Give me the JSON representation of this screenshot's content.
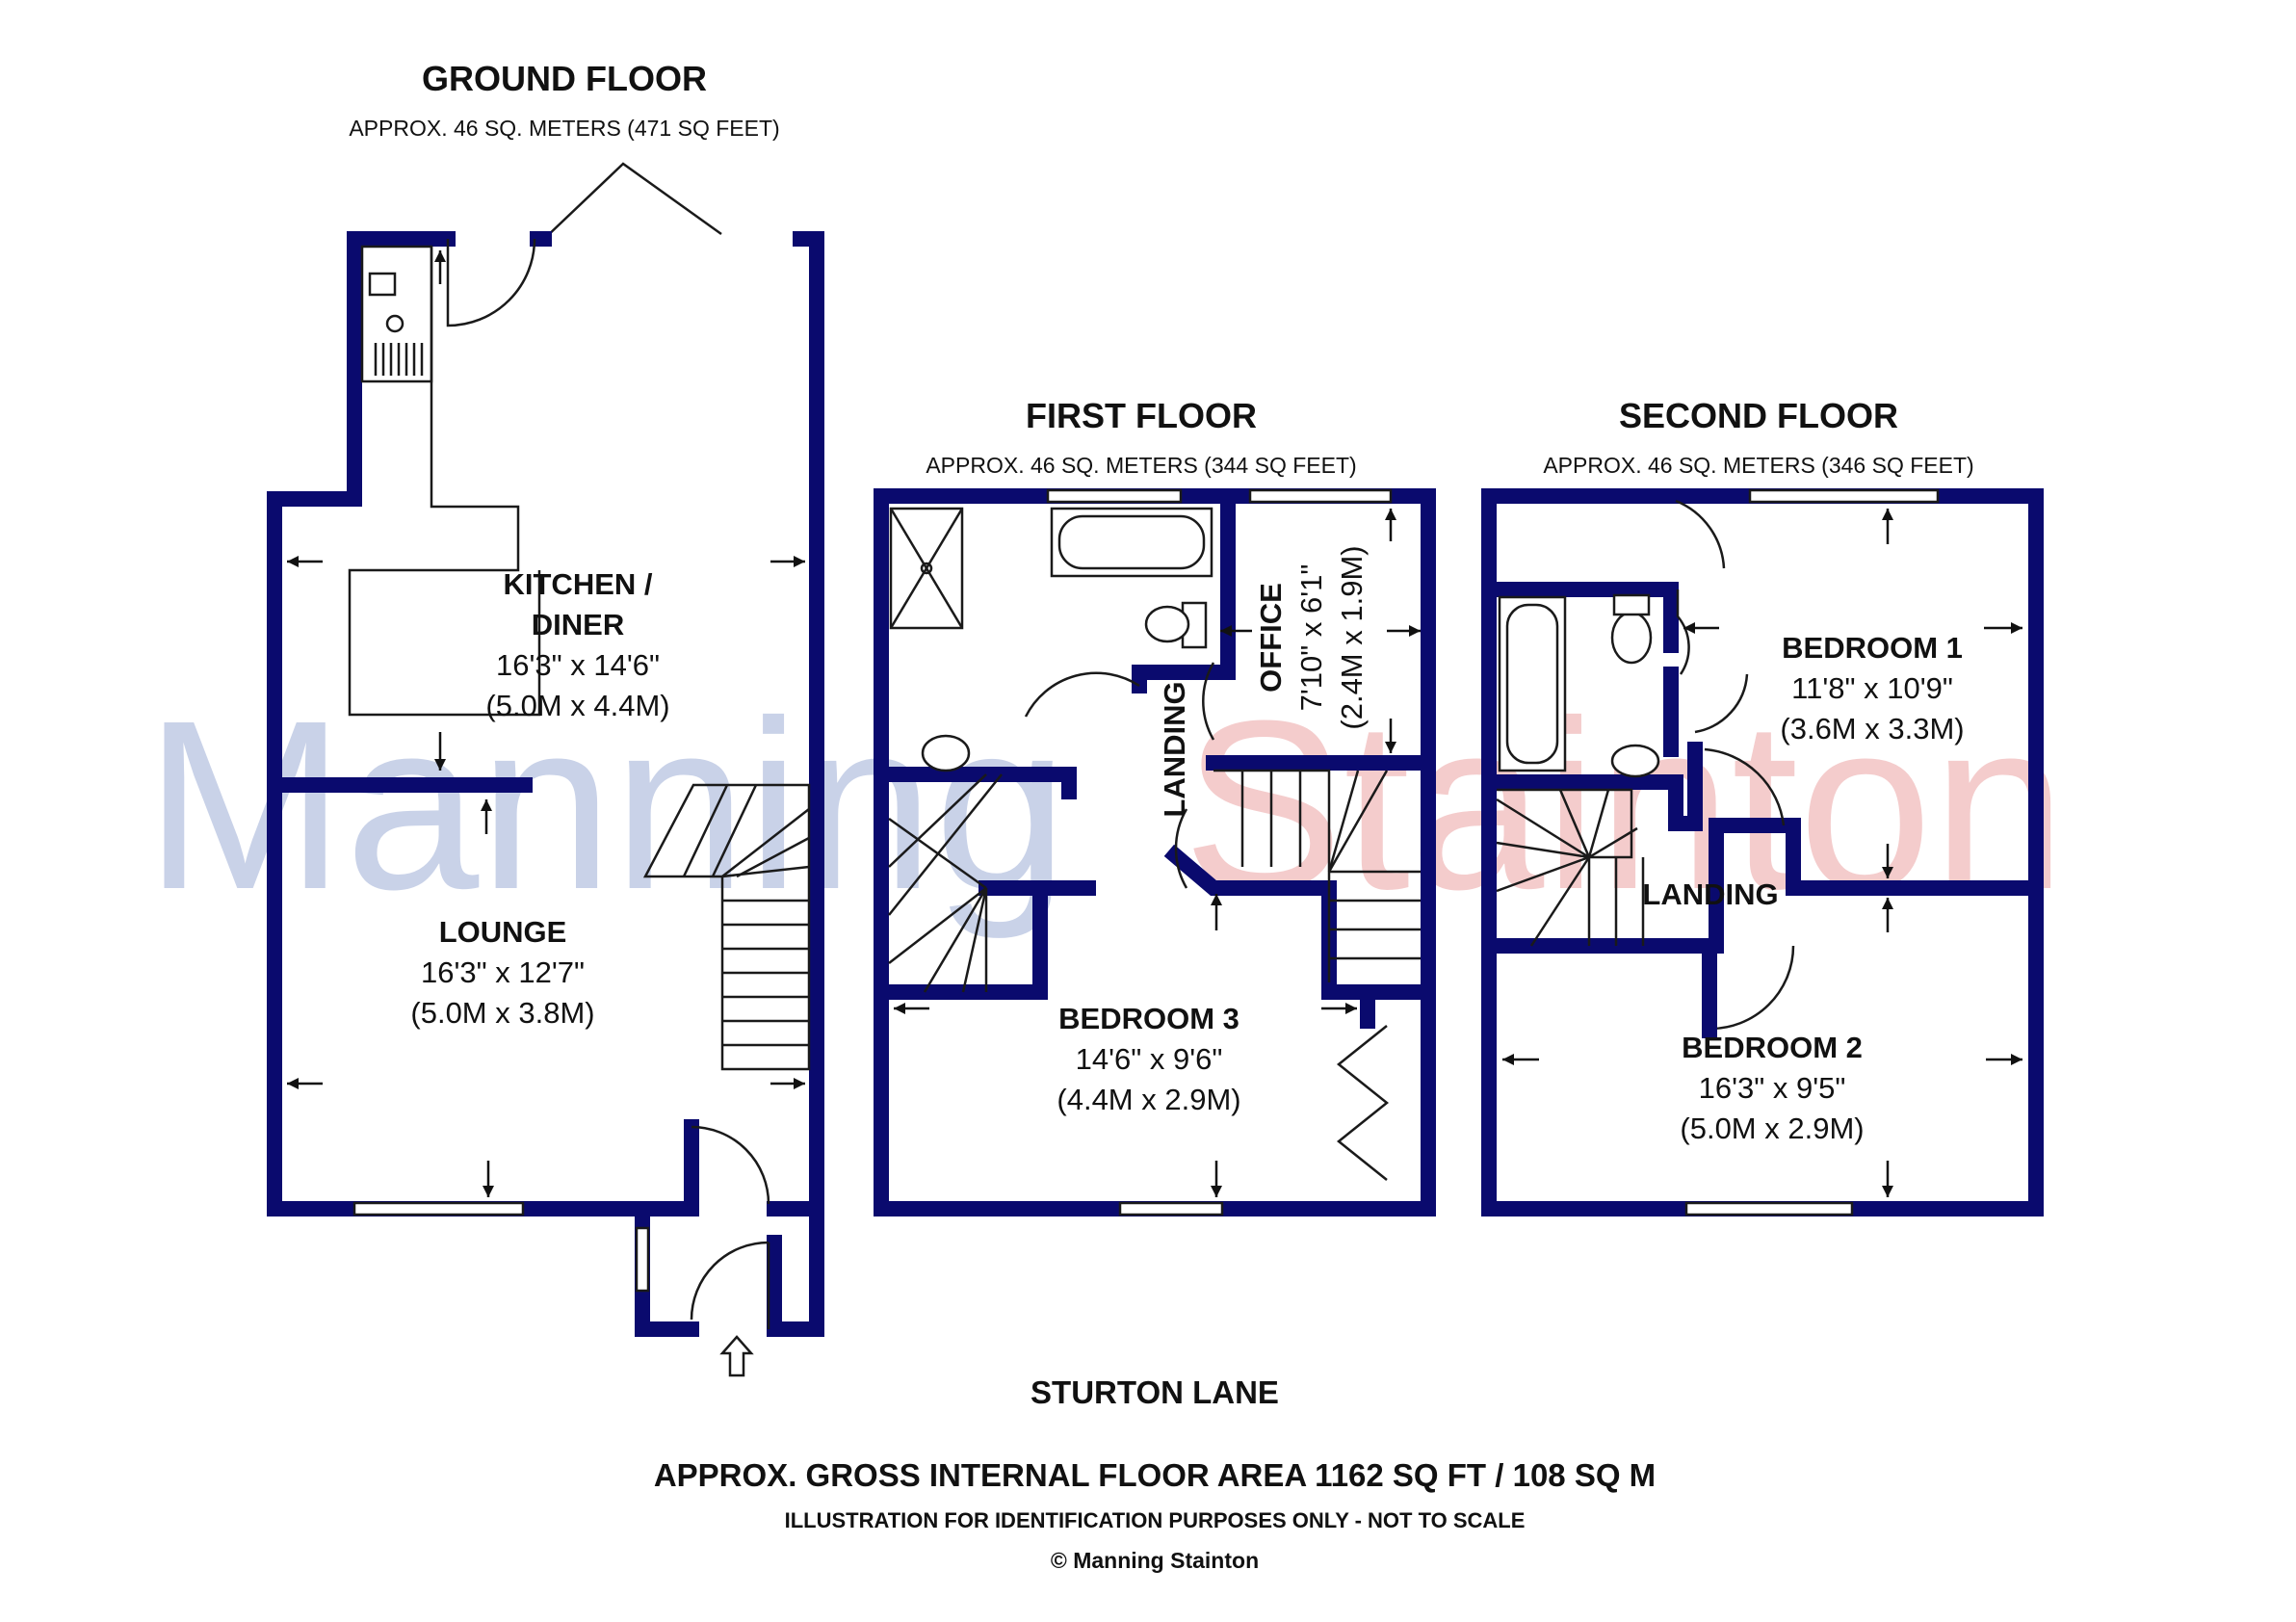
{
  "watermark": {
    "part1": "Manning",
    "part2": "Stainton",
    "color1": "#c9d2e8",
    "color2": "#f4cccc"
  },
  "floors": {
    "ground": {
      "title": "GROUND FLOOR",
      "area": "APPROX. 46 SQ. METERS (471 SQ FEET)"
    },
    "first": {
      "title": "FIRST FLOOR",
      "area": "APPROX. 46 SQ. METERS (344 SQ FEET)"
    },
    "second": {
      "title": "SECOND FLOOR",
      "area": "APPROX. 46 SQ. METERS (346 SQ FEET)"
    }
  },
  "rooms": {
    "kitchen": {
      "name_line1": "KITCHEN /",
      "name_line2": "DINER",
      "imperial": "16'3\" x 14'6\"",
      "metric": "(5.0M x 4.4M)"
    },
    "lounge": {
      "name": "LOUNGE",
      "imperial": "16'3\" x 12'7\"",
      "metric": "(5.0M x 3.8M)"
    },
    "bedroom3": {
      "name": "BEDROOM 3",
      "imperial": "14'6\" x 9'6\"",
      "metric": "(4.4M x 2.9M)"
    },
    "office": {
      "name": "OFFICE",
      "imperial": "7'10\" x 6'1\"",
      "metric": "(2.4M x 1.9M)"
    },
    "landing1": {
      "name": "LANDING"
    },
    "bedroom1": {
      "name": "BEDROOM 1",
      "imperial": "11'8\" x 10'9\"",
      "metric": "(3.6M x 3.3M)"
    },
    "landing2": {
      "name": "LANDING"
    },
    "bedroom2": {
      "name": "BEDROOM 2",
      "imperial": "16'3\" x 9'5\"",
      "metric": "(5.0M x 2.9M)"
    }
  },
  "footer": {
    "street": "STURTON LANE",
    "gross_area": "APPROX. GROSS INTERNAL FLOOR AREA 1162 SQ FT / 108 SQ M",
    "disclaimer": "ILLUSTRATION FOR IDENTIFICATION PURPOSES ONLY - NOT TO SCALE",
    "copyright": "© Manning Stainton"
  },
  "colors": {
    "wall": "#0a0a6e",
    "line": "#1a1a1a",
    "background": "#ffffff"
  }
}
